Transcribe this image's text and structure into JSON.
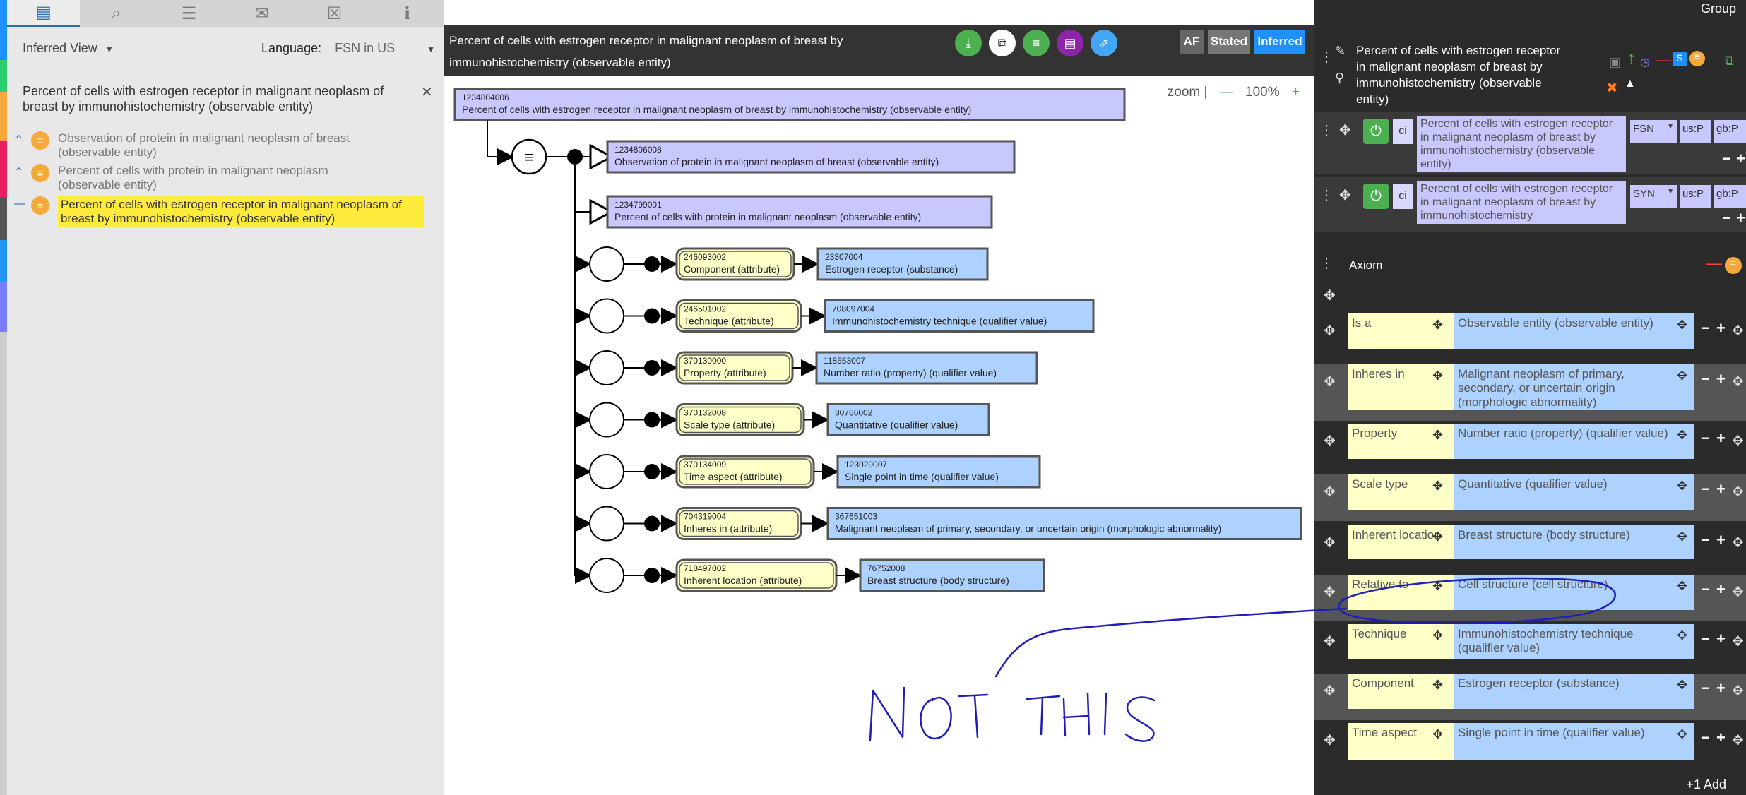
{
  "strip_colors": [
    "#1e90ff",
    "#2ecc71",
    "#f5a83c",
    "#e91e63",
    "#555555",
    "#2196f3",
    "#7b7bff",
    "#cccccc"
  ],
  "left": {
    "tabs": [
      {
        "icon": "taxonomy-icon",
        "glyph": "▤"
      },
      {
        "icon": "search-icon",
        "glyph": "⌕"
      },
      {
        "icon": "list-icon",
        "glyph": "☰"
      },
      {
        "icon": "mail-icon",
        "glyph": "✉"
      },
      {
        "icon": "excel-icon",
        "glyph": "☒"
      },
      {
        "icon": "info-icon",
        "glyph": "ℹ"
      }
    ],
    "view": "Inferred View",
    "language_label": "Language:",
    "language_value": "FSN in US",
    "title": "Percent of cells with estrogen receptor in malignant neoplasm of breast by immunohistochemistry (observable entity)",
    "items": [
      {
        "text": "Observation of protein in malignant neoplasm of breast (observable entity)"
      },
      {
        "text": "Percent of cells with protein in malignant neoplasm (observable entity)"
      },
      {
        "text": "Percent of cells with estrogen receptor in malignant neoplasm of breast by immunohistochemistry (observable entity)"
      }
    ]
  },
  "center": {
    "title": "Percent of cells with estrogen receptor in malignant neoplasm of breast by immunohistochemistry (observable entity)",
    "view_buttons": [
      "AF",
      "Stated",
      "Inferred"
    ],
    "zoom_label": "zoom |",
    "zoom_minus": "—",
    "zoom_value": "100%",
    "zoom_plus": "+",
    "concept": {
      "id": "1234804006",
      "name": "Percent of cells with estrogen receptor in malignant neoplasm of breast by immunohistochemistry (observable entity)"
    },
    "parents": [
      {
        "id": "1234806008",
        "name": "Observation of protein in malignant neoplasm of breast (observable entity)"
      },
      {
        "id": "1234799001",
        "name": "Percent of cells with protein in malignant neoplasm (observable entity)"
      }
    ],
    "attributes": [
      {
        "aid": "246093002",
        "aname": "Component (attribute)",
        "vid": "23307004",
        "vname": "Estrogen receptor (substance)"
      },
      {
        "aid": "246501002",
        "aname": "Technique (attribute)",
        "vid": "708097004",
        "vname": "Immunohistochemistry technique (qualifier value)"
      },
      {
        "aid": "370130000",
        "aname": "Property (attribute)",
        "vid": "118553007",
        "vname": "Number ratio (property) (qualifier value)"
      },
      {
        "aid": "370132008",
        "aname": "Scale type (attribute)",
        "vid": "30766002",
        "vname": "Quantitative (qualifier value)"
      },
      {
        "aid": "370134009",
        "aname": "Time aspect (attribute)",
        "vid": "123029007",
        "vname": "Single point in time (qualifier value)"
      },
      {
        "aid": "704319004",
        "aname": "Inheres in (attribute)",
        "vid": "367651003",
        "vname": "Malignant neoplasm of primary, secondary, or uncertain origin (morphologic abnormality)"
      },
      {
        "aid": "718497002",
        "aname": "Inherent location (attribute)",
        "vid": "76752008",
        "vname": "Breast structure (body structure)"
      }
    ]
  },
  "right": {
    "group_label": "Group",
    "concept_title": "Percent of cells with estrogen receptor in malignant neoplasm of breast by immunohistochemistry (observable entity)",
    "descriptions": [
      {
        "ci": "ci",
        "term": "Percent of cells with estrogen receptor in malignant neoplasm of breast by immunohistochemistry (observable entity)",
        "type": "FSN",
        "us": "us:P",
        "gb": "gb:P"
      },
      {
        "ci": "ci",
        "term": "Percent of cells with estrogen receptor in malignant neoplasm of breast by immunohistochemistry",
        "type": "SYN",
        "us": "us:P",
        "gb": "gb:P"
      }
    ],
    "axiom_label": "Axiom",
    "relationships": [
      {
        "type": "Is a",
        "target": "Observable entity (observable entity)"
      },
      {
        "type": "Inheres in",
        "target": "Malignant neoplasm of primary, secondary, or uncertain origin (morphologic abnormality)"
      },
      {
        "type": "Property",
        "target": "Number ratio (property) (qualifier value)"
      },
      {
        "type": "Scale type",
        "target": "Quantitative (qualifier value)"
      },
      {
        "type": "Inherent location",
        "target": "Breast structure (body structure)"
      },
      {
        "type": "Relative to",
        "target": "Cell structure (cell structure)"
      },
      {
        "type": "Technique",
        "target": "Immunohistochemistry technique (qualifier value)"
      },
      {
        "type": "Component",
        "target": "Estrogen receptor (substance)"
      },
      {
        "type": "Time aspect",
        "target": "Single point in time (qualifier value)"
      }
    ],
    "add_label": "+1 Add"
  },
  "annotation": {
    "text": "NOT THIS",
    "ink_color": "#1f1fb8"
  },
  "colors": {
    "concept_fill": "#c8c8ff",
    "attr_fill": "#ffffc8",
    "value_fill": "#aed2ff",
    "header_bg": "#333333"
  }
}
